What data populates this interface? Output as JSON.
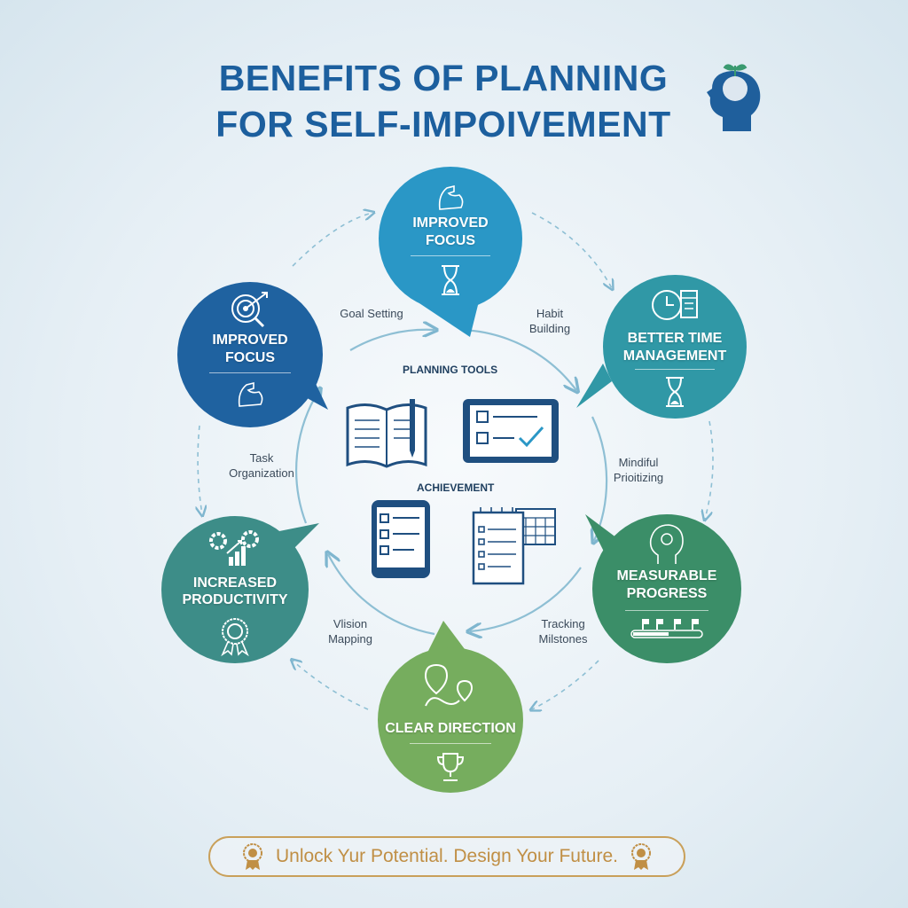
{
  "title": {
    "line1": "BENEFITS OF PLANNING",
    "line2": "FOR SELF-IMPOIVEMENT"
  },
  "bubbles": [
    {
      "id": "top",
      "label1": "IMPROVED",
      "label2": "FOCUS",
      "color": "#2a97c6",
      "icon": "hourglass-icon"
    },
    {
      "id": "left-top",
      "label1": "IMPROVED",
      "label2": "FOCUS",
      "color": "#1f62a0",
      "icon": "target-icon"
    },
    {
      "id": "right-top",
      "label1": "BETTER TIME",
      "label2": "MANAGEMENT",
      "color": "#3098a6",
      "icon": "clock-calendar-icon"
    },
    {
      "id": "left-bottom",
      "label1": "INCREASED",
      "label2": "PRODUCTIVITY",
      "color": "#3d8d88",
      "icon": "gears-chart-icon"
    },
    {
      "id": "right-bottom",
      "label1": "MEASURABLE",
      "label2": "PROGRESS",
      "color": "#3b8e68",
      "icon": "head-icon"
    },
    {
      "id": "bottom",
      "label1": "CLEAR DIRECTION",
      "color": "#76ad5e",
      "icon": "trophy-icon"
    }
  ],
  "connectors": {
    "goal_setting": "Goal Setting",
    "habit_building": "Habit\nBuilding",
    "task_organization": "Task\nOrganization",
    "mindful_prioritizing": "Mindiful\nPrioitizing",
    "vision_mapping": "Vlision\nMapping",
    "tracking_milestones": "Tracking\nMilstones"
  },
  "center": {
    "planning_tools": "PLANNING TOOLS",
    "achievement": "ACHIEVEMENT"
  },
  "footer": {
    "text": "Unlock Yur Potential. Design Your Future.",
    "accent": "#c08f45"
  }
}
